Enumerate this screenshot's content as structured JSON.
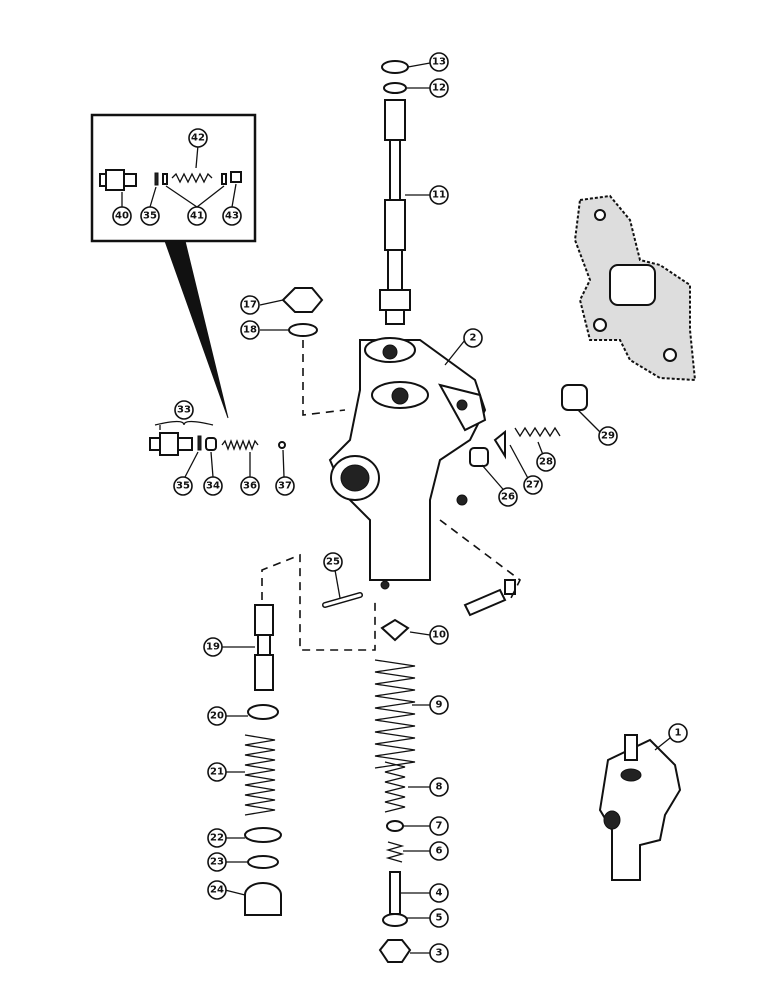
{
  "callouts": [
    "1",
    "2",
    "3",
    "4",
    "5",
    "6",
    "7",
    "8",
    "9",
    "10",
    "11",
    "12",
    "13",
    "17",
    "18",
    "19",
    "20",
    "21",
    "22",
    "23",
    "24",
    "25",
    "26",
    "27",
    "28",
    "29",
    "33",
    "34",
    "35",
    "35",
    "36",
    "37",
    "40",
    "41",
    "42",
    "43"
  ],
  "colors": {
    "ink": "#111111",
    "paper": "#ffffff"
  }
}
